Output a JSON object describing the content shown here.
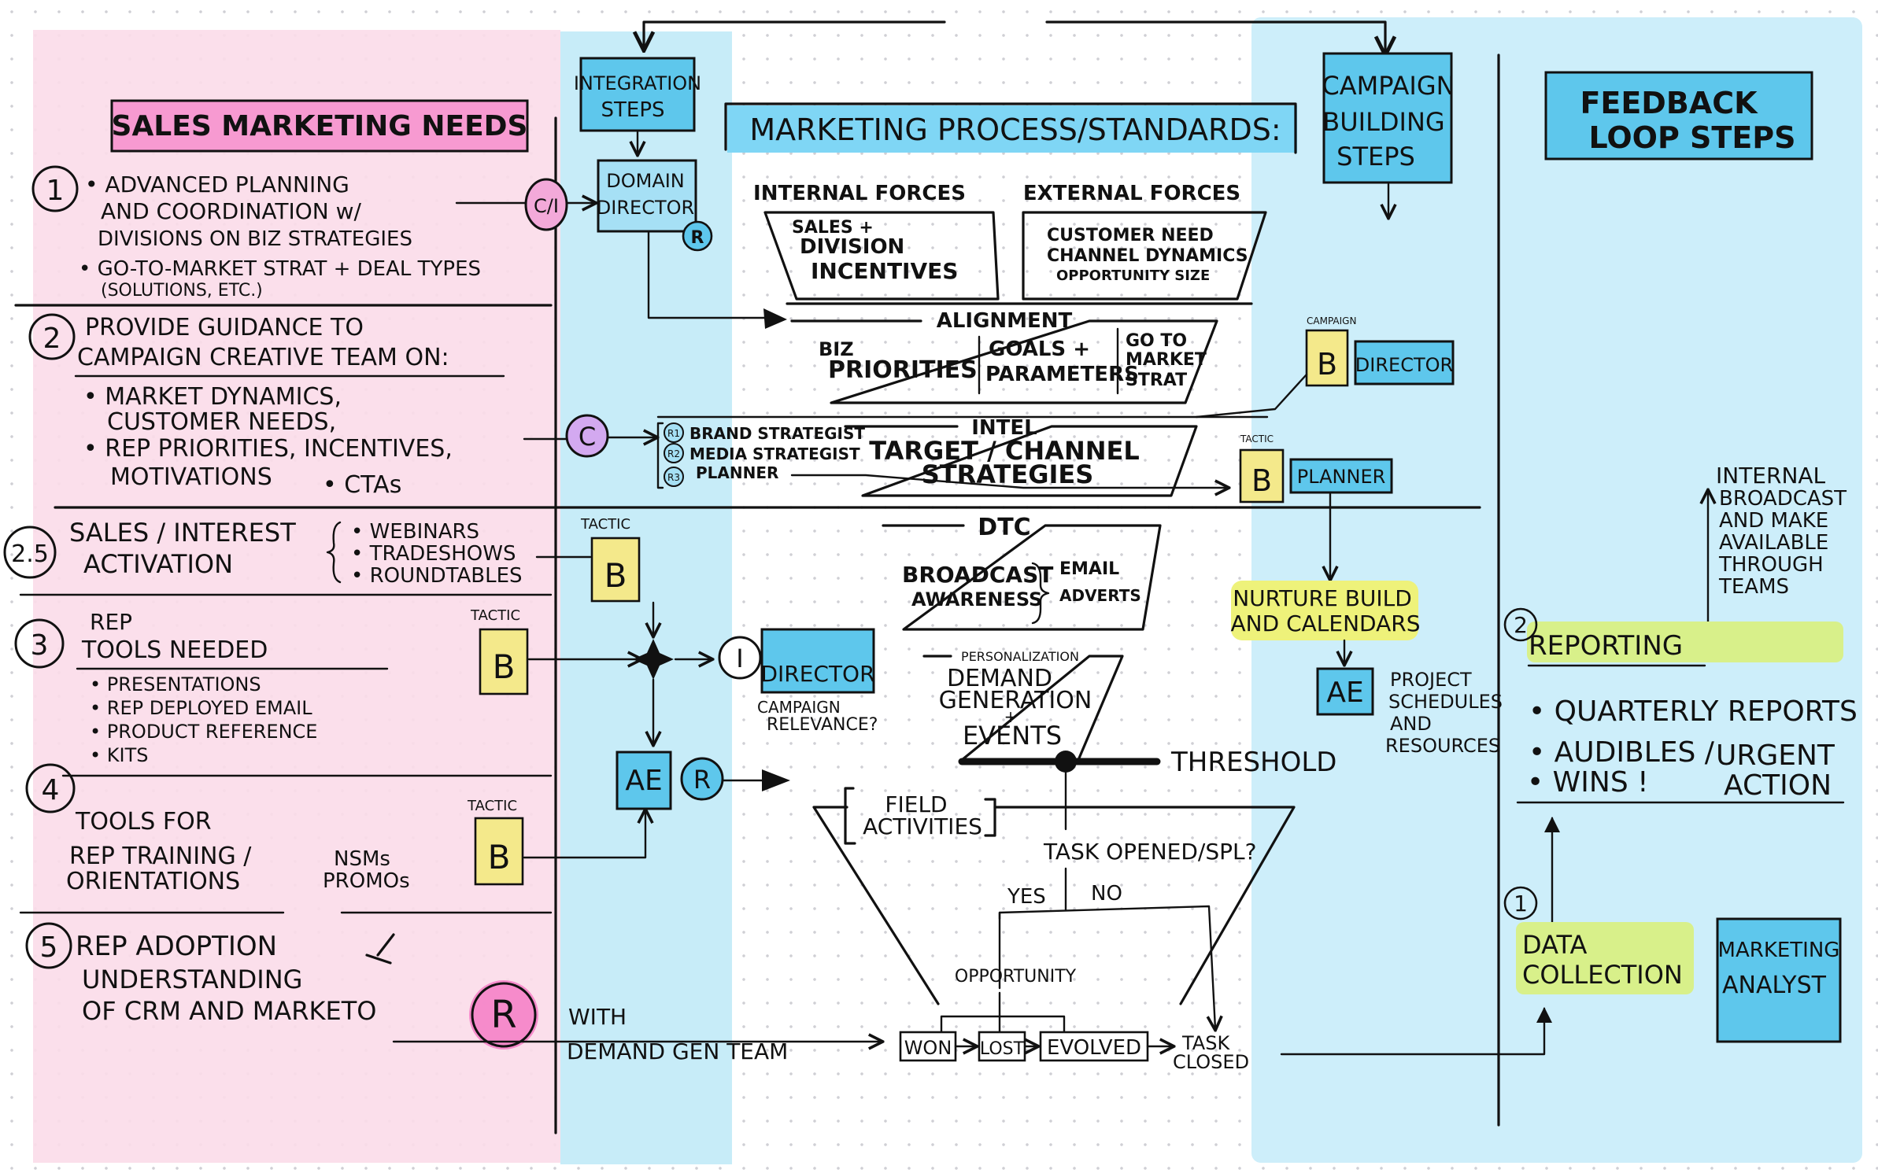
{
  "colors": {
    "pink_band": "#fbdbe9",
    "blue_band": "#c7ecf8",
    "blue_panel": "#cdeefa",
    "box_blue": "#5ec7ec",
    "highlight_blue": "#7fd6f5",
    "highlight_pink": "#f47dc6",
    "highlight_green": "#d8f08a",
    "highlight_yellow": "#eef27a",
    "note_yellow": "#f4e98b",
    "ink": "#111111",
    "circle_pink": "#f3a9d9",
    "circle_purple": "#d3a9f0"
  },
  "sales": {
    "title": "SALES MARKETING NEEDS",
    "n1": "1",
    "s1_l1": "• ADVANCED PLANNING",
    "s1_l2": "AND COORDINATION w/",
    "s1_l3": "DIVISIONS ON BIZ STRATEGIES",
    "s1_l4": "• GO-TO-MARKET  STRAT + DEAL TYPES",
    "s1_l5": "(SOLUTIONS, ETC.)",
    "n2": "2",
    "s2_l1": "PROVIDE GUIDANCE TO",
    "s2_l2": "CAMPAIGN CREATIVE TEAM ON:",
    "s2_l3": "• MARKET DYNAMICS,",
    "s2_l4": "CUSTOMER NEEDS,",
    "s2_l5": "• REP PRIORITIES, INCENTIVES,",
    "s2_l6": "MOTIVATIONS",
    "s2_l7": "• CTAs",
    "n25": "2.5",
    "s25_l1": "SALES / INTEREST",
    "s25_l2": "ACTIVATION",
    "s25_b1": "• WEBINARS",
    "s25_b2": "• TRADESHOWS",
    "s25_b3": "• ROUNDTABLES",
    "n3": "3",
    "s3_l1": "REP",
    "s3_l2": "TOOLS NEEDED",
    "s3_b1": "• PRESENTATIONS",
    "s3_b2": "• REP DEPLOYED EMAIL",
    "s3_b3": "• PRODUCT REFERENCE",
    "s3_b4": "• KITS",
    "n4": "4",
    "s4_l1": "TOOLS FOR",
    "s4_l2": "REP TRAINING /",
    "s4_l3": "ORIENTATIONS",
    "s4_l4": "NSMs",
    "s4_l5": "PROMOs",
    "n5": "5",
    "s5_l1": "REP  ADOPTION",
    "s5_l2": "UNDERSTANDING",
    "s5_l3": "OF  CRM  AND  MARKETO"
  },
  "integration": {
    "title_l1": "INTEGRATION",
    "title_l2": "STEPS",
    "ci": "C/I",
    "domain_l1": "DOMAIN",
    "domain_l2": "DIRECTOR",
    "r": "R",
    "c": "C",
    "tactic": "TACTIC",
    "b": "B",
    "i": "I",
    "director": "DIRECTOR",
    "relevance_l1": "CAMPAIGN",
    "relevance_l2": "RELEVANCE?",
    "ae": "AE",
    "big_r": "R",
    "with": "WITH",
    "demand_gen": "DEMAND GEN TEAM"
  },
  "process": {
    "title": "MARKETING PROCESS/STANDARDS:",
    "internal_forces": "INTERNAL FORCES",
    "external_forces": "EXTERNAL FORCES",
    "if_l1": "SALES +",
    "if_l2": "DIVISION",
    "if_l3": "INCENTIVES",
    "ef_l1": "CUSTOMER NEED",
    "ef_l2": "CHANNEL DYNAMICS",
    "ef_l3": "OPPORTUNITY SIZE",
    "alignment": "ALIGNMENT",
    "al_c1_l1": "BIZ",
    "al_c1_l2": "PRIORITIES",
    "al_c2_l1": "GOALS +",
    "al_c2_l2": "PARAMETERS",
    "al_c3_l1": "GO TO",
    "al_c3_l2": "MARKET",
    "al_c3_l3": "STRAT",
    "r1": "R1",
    "r2": "R2",
    "r3": "R3",
    "brand_strategist": "BRAND STRATEGIST",
    "media_strategist": "MEDIA STRATEGIST",
    "planner": "PLANNER",
    "intel": "INTEL",
    "target_l1": "TARGET / CHANNEL",
    "target_l2": "STRATEGIES",
    "dtc": "DTC",
    "broadcast_l1": "BROADCAST",
    "broadcast_l2": "AWARENESS",
    "email": "EMAIL",
    "adverts": "ADVERTS",
    "personalization": "PERSONALIZATION",
    "dg_l1": "DEMAND",
    "dg_l2": "GENERATION",
    "dg_l3": "+",
    "dg_l4": "EVENTS",
    "threshold": "THRESHOLD",
    "field_l1": "FIELD",
    "field_l2": "ACTIVITIES",
    "task_opened": "TASK OPENED/SPL?",
    "yes": "YES",
    "no": "NO",
    "opportunity": "OPPORTUNITY",
    "won": "WON",
    "lost": "LOST",
    "evolved": "EVOLVED",
    "task_l1": "TASK",
    "task_l2": "CLOSED"
  },
  "campaign": {
    "title_l1": "CAMPAIGN",
    "title_l2": "BUILDING",
    "title_l3": "STEPS",
    "campaign_small": "CAMPAIGN",
    "b": "B",
    "director": "DIRECTOR",
    "tactic": "TACTIC",
    "planner": "PLANNER",
    "nurture_l1": "NURTURE BUILD",
    "nurture_l2": "AND CALENDARS",
    "ae": "AE",
    "proj_l1": "PROJECT",
    "proj_l2": "SCHEDULES",
    "proj_l3": "AND",
    "proj_l4": "RESOURCES"
  },
  "feedback": {
    "title_l1": "FEEDBACK",
    "title_l2": "LOOP STEPS",
    "int_l1": "INTERNAL",
    "int_l2": "BROADCAST",
    "int_l3": "AND MAKE",
    "int_l4": "AVAILABLE",
    "int_l5": "THROUGH",
    "int_l6": "TEAMS",
    "n2": "2",
    "reporting": "REPORTING",
    "r_b1": "• QUARTERLY  REPORTS",
    "r_b2": "• AUDIBLES /",
    "r_b3": "URGENT",
    "r_b4": "• WINS !",
    "r_b5": "ACTION",
    "n1": "1",
    "dc_l1": "DATA",
    "dc_l2": "COLLECTION",
    "analyst_l1": "MARKETING",
    "analyst_l2": "ANALYST"
  }
}
